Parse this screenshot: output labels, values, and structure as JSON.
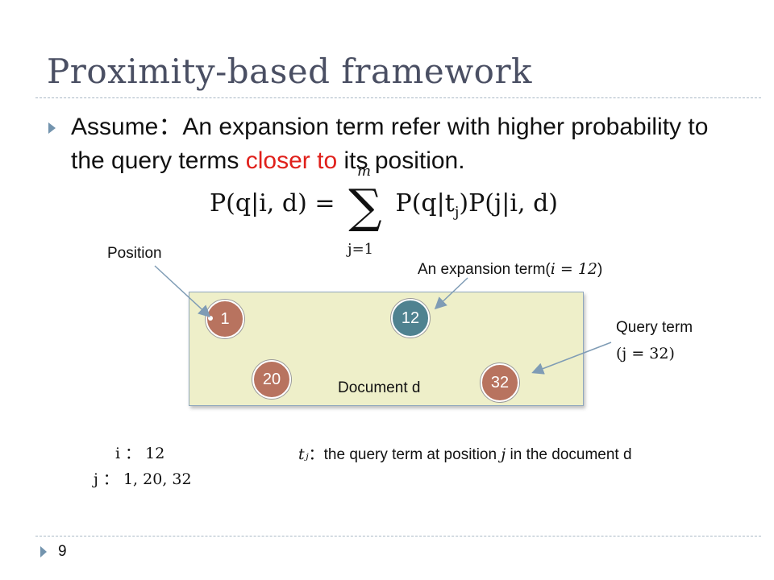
{
  "slide": {
    "title": "Proximity-based framework",
    "bullet_prefix": "Assume：",
    "bullet_part1": "An expansion term refer with higher probability to the query terms ",
    "bullet_red": "closer to",
    "bullet_part2": " its position.",
    "formula": "P(q|i,d) = ∑ P(q|tⱼ)P(j|i,d)",
    "formula_upper": "m",
    "formula_lower": "j=1"
  },
  "diagram": {
    "document_label": "Document d",
    "position_label": "Position",
    "expansion_label": "An expansion term(",
    "expansion_math": "i = 12",
    "query_label_line1": "Query term",
    "query_label_line2_math": "(j = 32)",
    "circles": [
      {
        "label": "1",
        "color": "#b8735f"
      },
      {
        "label": "12",
        "color": "#4f8290"
      },
      {
        "label": "20",
        "color": "#b8735f"
      },
      {
        "label": "32",
        "color": "#b8735f"
      }
    ]
  },
  "notes": {
    "i_line": "i ： 12",
    "j_line": "j ： 1, 20, 32",
    "tj_symbol": "tⱼ",
    "tj_text_a": "：the query term at position ",
    "tj_math_j": "j",
    "tj_text_b": " in the document d"
  },
  "footer": {
    "page_number": "9"
  }
}
